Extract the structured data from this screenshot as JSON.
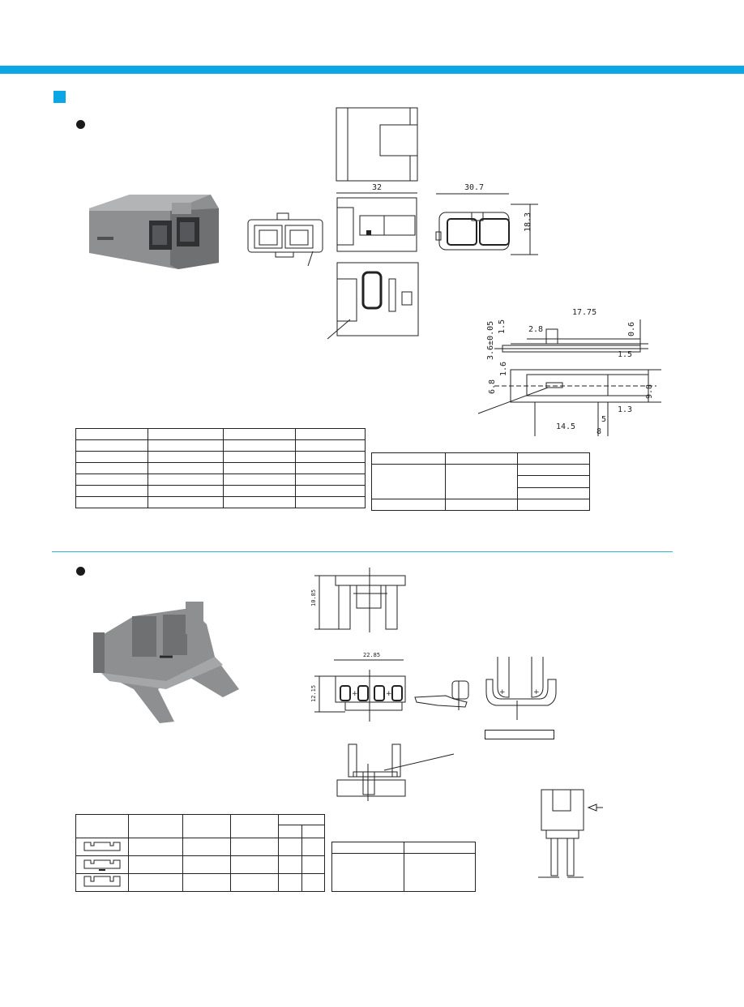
{
  "colors": {
    "accent": "#0aa6e6",
    "divider": "#2fb8c8",
    "part_gray": "#8e8f91",
    "line": "#222222"
  },
  "section1": {
    "icon": "square-icon",
    "bullet": "bullet-icon",
    "dims": {
      "width_32": "32",
      "width_30_7": "30.7",
      "height_18_3": "18.3",
      "len_17_75": "17.75",
      "w_2_8": "2.8",
      "t_0_6": "0.6",
      "v_3_6": "3.6±0.05",
      "v_1_5_top": "1.5",
      "s_1_5": "1.5",
      "v_6_8": "6.8",
      "v_1_6": "1.6",
      "v_1_3": "1.3",
      "v_5": "5",
      "v_14_5": "14.5",
      "v_8": "8",
      "v_9_8": "9.8"
    }
  },
  "section2": {
    "bullet": "bullet-icon",
    "dims": {
      "h_10_85": "10.85",
      "w_22_85": "22.85",
      "h_12_15": "12.15"
    }
  }
}
